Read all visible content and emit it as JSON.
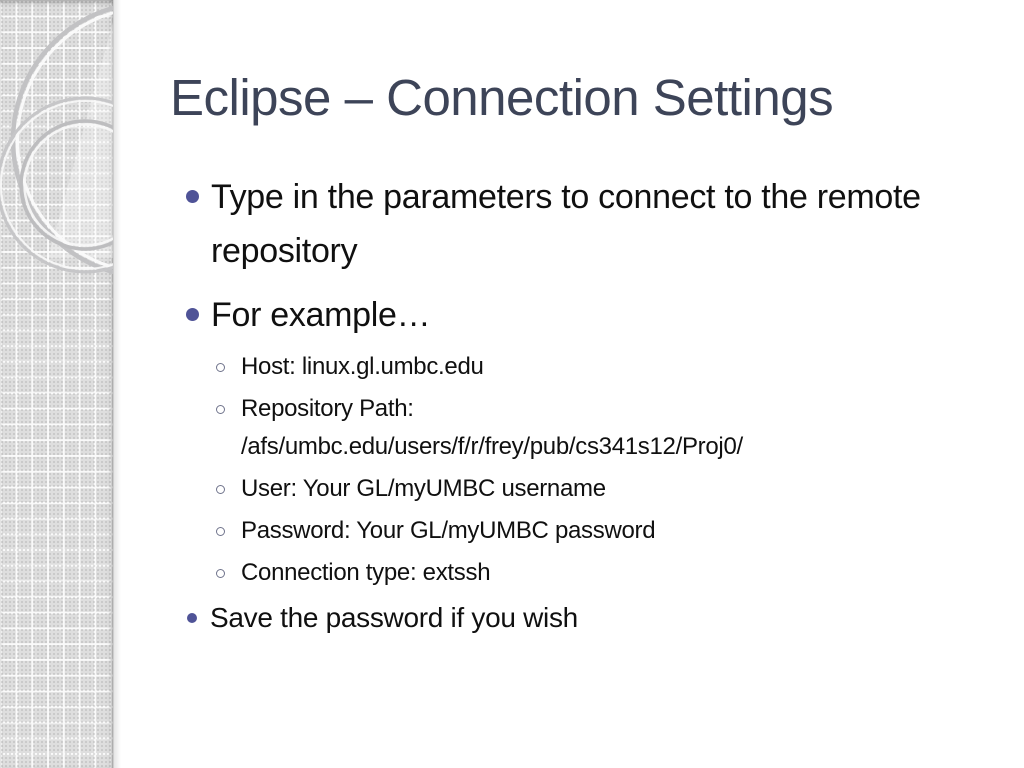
{
  "slide": {
    "title": "Eclipse – Connection Settings",
    "bullets": [
      {
        "level": 1,
        "text": "Type in the parameters to connect to the remote repository"
      },
      {
        "level": 1,
        "text": "For example…"
      },
      {
        "level": 2,
        "text": "Host: linux.gl.umbc.edu"
      },
      {
        "level": 2,
        "text": "Repository Path:\n/afs/umbc.edu/users/f/r/frey/pub/cs341s12/Proj0/"
      },
      {
        "level": 2,
        "text": "User: Your GL/myUMBC username"
      },
      {
        "level": 2,
        "text": "Password: Your GL/myUMBC password"
      },
      {
        "level": 2,
        "text": "Connection type: extssh"
      },
      {
        "level": 1,
        "text": "Save the password if you wish"
      }
    ],
    "colors": {
      "title": "#3D4458",
      "bullet_accent": "#4F5397",
      "body_text": "#101010",
      "strip_background": "#DEDEDE"
    }
  }
}
